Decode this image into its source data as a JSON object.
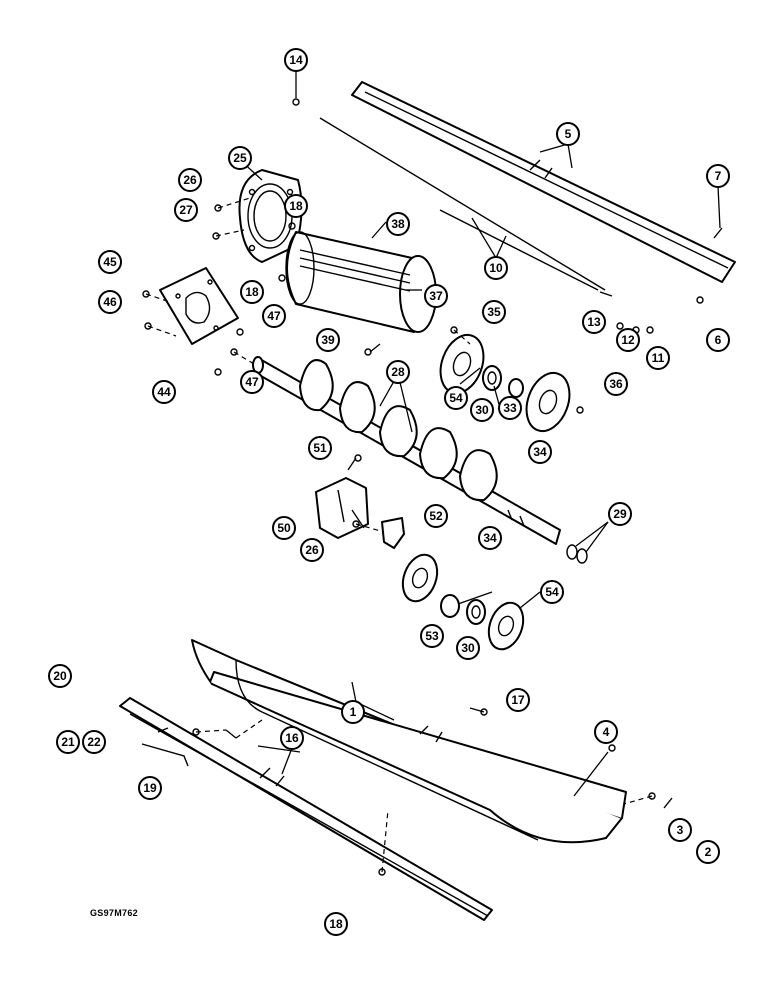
{
  "figure_code": "GS97M762",
  "callouts": {
    "c1": "1",
    "c2": "2",
    "c3": "3",
    "c4": "4",
    "c5": "5",
    "c6": "6",
    "c7": "7",
    "c10": "10",
    "c11": "11",
    "c12": "12",
    "c13": "13",
    "c14": "14",
    "c16": "16",
    "c17": "17",
    "c18a": "18",
    "c18b": "18",
    "c18c": "18",
    "c19": "19",
    "c20": "20",
    "c21": "21",
    "c22": "22",
    "c25": "25",
    "c26a": "26",
    "c26b": "26",
    "c27": "27",
    "c28": "28",
    "c29": "29",
    "c30a": "30",
    "c30b": "30",
    "c33": "33",
    "c34a": "34",
    "c34b": "34",
    "c35": "35",
    "c36": "36",
    "c37": "37",
    "c38": "38",
    "c39": "39",
    "c44": "44",
    "c45": "45",
    "c46": "46",
    "c47a": "47",
    "c47b": "47",
    "c50": "50",
    "c51": "51",
    "c52": "52",
    "c53": "53",
    "c54a": "54",
    "c54b": "54"
  }
}
